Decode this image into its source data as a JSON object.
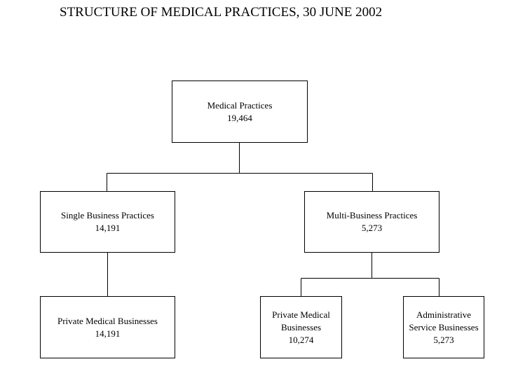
{
  "title": "STRUCTURE OF MEDICAL PRACTICES, 30 JUNE 2002",
  "diagram": {
    "type": "org-tree",
    "nodes": {
      "root": {
        "label": "Medical Practices",
        "value": "19,464"
      },
      "single": {
        "label": "Single Business Practices",
        "value": "14,191"
      },
      "multi": {
        "label": "Multi-Business Practices",
        "value": "5,273"
      },
      "single_private": {
        "label": "Private Medical Businesses",
        "value": "14,191"
      },
      "multi_private": {
        "label": "Private Medical Businesses",
        "value": "10,274"
      },
      "multi_admin": {
        "label": "Administrative Service Businesses",
        "value": "5,273"
      }
    },
    "edges": [
      {
        "from": "root",
        "to": "single"
      },
      {
        "from": "root",
        "to": "multi"
      },
      {
        "from": "single",
        "to": "single_private"
      },
      {
        "from": "multi",
        "to": "multi_private"
      },
      {
        "from": "multi",
        "to": "multi_admin"
      }
    ]
  },
  "colors": {
    "background": "#ffffff",
    "line": "#000000",
    "text": "#000000"
  }
}
